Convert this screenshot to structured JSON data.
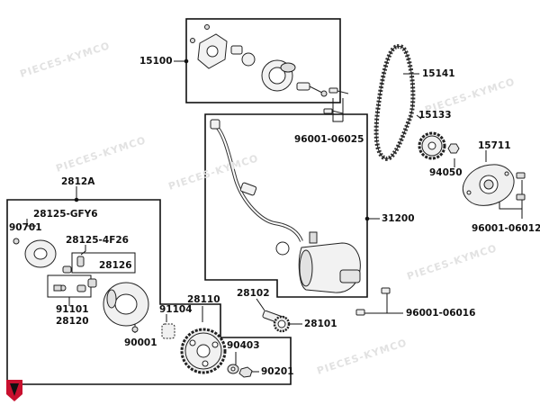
{
  "diagram": {
    "watermark": "PIECES-KYMCO",
    "parts": {
      "p15100": "15100",
      "p15141": "15141",
      "p15133": "15133",
      "p15711": "15711",
      "p94050": "94050",
      "p96001_06025": "96001-06025",
      "p96001_06012": "96001-06012",
      "p96001_06016": "96001-06016",
      "p31200": "31200",
      "p2812A": "2812A",
      "p28125_GFY6": "28125-GFY6",
      "p90701": "90701",
      "p28125_4F26": "28125-4F26",
      "p28126": "28126",
      "p91101": "91101",
      "p28120": "28120",
      "p90001": "90001",
      "p91104": "91104",
      "p28110": "28110",
      "p28102": "28102",
      "p28101": "28101",
      "p90403": "90403",
      "p90201": "90201"
    }
  }
}
